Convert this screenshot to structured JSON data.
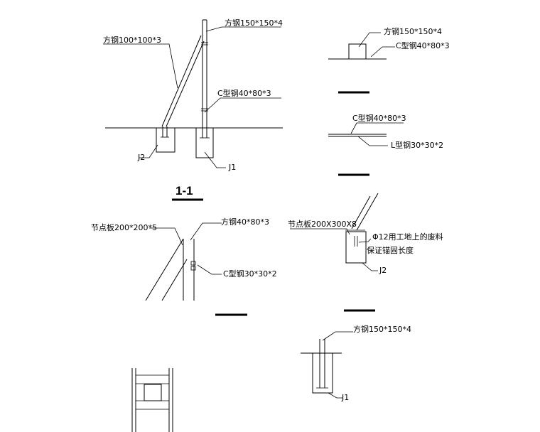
{
  "section_1_1": {
    "title": "1-1",
    "brace_label": "方钢100*100*3",
    "post_label": "方钢150*150*4",
    "rail_label": "C型钢40*80*3",
    "foundation_left": "J2",
    "foundation_right": "J1"
  },
  "detail_post_top": {
    "label_top": "方钢150*150*4",
    "label_bottom": "C型钢40*80*3"
  },
  "detail_rail": {
    "label_top": "C型钢40*80*3",
    "label_bottom": "L型钢30*30*2"
  },
  "detail_node": {
    "plate_label": "节点板200*200*5",
    "tube_label": "方钢40*80*3",
    "channel_label": "C型钢30*30*2"
  },
  "detail_j2": {
    "plate_label": "节点板200X300X8",
    "anchor_line1": "Φ12用工地上的废料",
    "anchor_line2": "保证锚固长度",
    "footing_label": "J2"
  },
  "detail_j1": {
    "post_label": "方钢150*150*4",
    "footing_label": "J1"
  }
}
